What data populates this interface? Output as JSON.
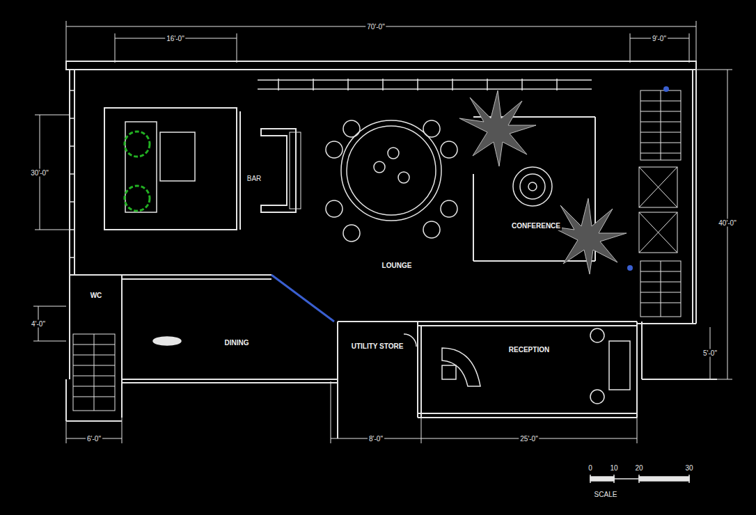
{
  "diagram": {
    "nodes": [
      {
        "text": [
          "LOUNGE"
        ]
      },
      {
        "text": [
          "CONFERENCE"
        ]
      },
      {
        "text": [
          "WC"
        ]
      },
      {
        "text": [
          "DINING"
        ]
      },
      {
        "text": [
          "UTILITY STORE"
        ]
      },
      {
        "text": [
          "RECEPTION"
        ]
      }
    ],
    "labels": [
      "70'-0\"",
      "16'-0\"",
      "9'-0\"",
      "30'-0\"",
      "40'-0\"",
      "4'-0\"",
      "5'-0\"",
      "6'-0\"",
      "8'-0\"",
      "25'-0\"",
      "BAR",
      "0",
      "10",
      "20",
      "30",
      "SCALE"
    ]
  }
}
